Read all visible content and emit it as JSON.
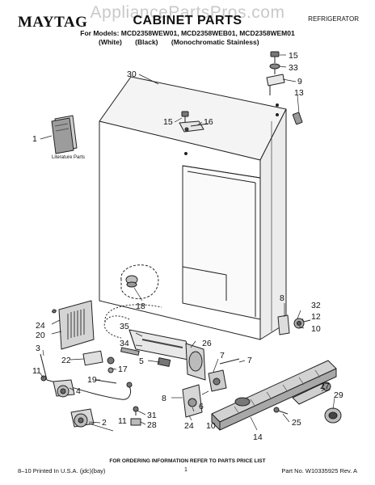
{
  "watermark": "AppliancePartsPros.com",
  "header": {
    "brand": "MAYTAG",
    "title": "CABINET PARTS",
    "product_type": "REFRIGERATOR",
    "models_line": "For Models: MCD2358WEW01, MCD2358WEB01, MCD2358WEM01",
    "colors": [
      "(White)",
      "(Black)",
      "(Monochromatic Stainless)"
    ]
  },
  "literature_label": "Literature Parts",
  "callouts": {
    "c1": "1",
    "c2": "2",
    "c3": "3",
    "c4": "4",
    "c5": "5",
    "c6": "6",
    "c7a": "7",
    "c7b": "7",
    "c8a": "8",
    "c8b": "8",
    "c9": "9",
    "c10a": "10",
    "c10b": "10",
    "c11a": "11",
    "c11b": "11",
    "c12": "12",
    "c13": "13",
    "c14": "14",
    "c15a": "15",
    "c15b": "15",
    "c16": "16",
    "c17": "17",
    "c18": "18",
    "c19": "19",
    "c20": "20",
    "c22": "22",
    "c24a": "24",
    "c24b": "24",
    "c25": "25",
    "c26": "26",
    "c27": "27",
    "c28": "28",
    "c29": "29",
    "c30": "30",
    "c31": "31",
    "c32": "32",
    "c33": "33",
    "c34": "34",
    "c35": "35"
  },
  "footer": {
    "order_info": "FOR ORDERING INFORMATION REFER TO PARTS PRICE LIST",
    "page_number": "1",
    "printed": "8–10 Printed In U.S.A. (jdc)(bay)",
    "part_number": "Part No. W10335925 Rev. A"
  }
}
